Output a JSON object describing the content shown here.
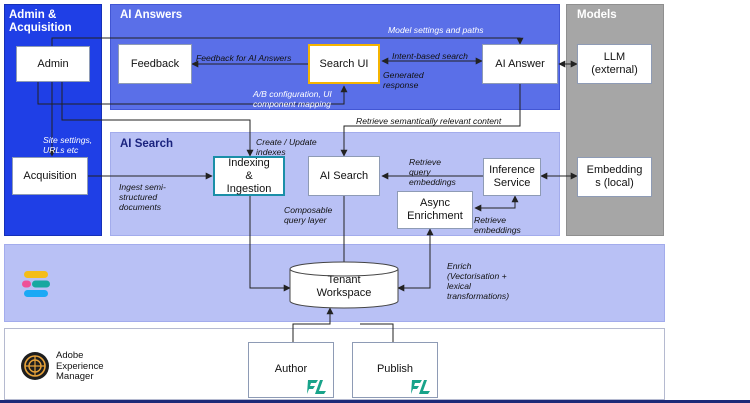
{
  "panels": {
    "admin_acq": {
      "title": "Admin &\nAcquisition",
      "color": "#1f3fe6"
    },
    "ai_answers": {
      "title": "AI Answers",
      "color": "#5a6fe8"
    },
    "models": {
      "title": "Models",
      "color": "#a6a6a6"
    },
    "ai_search": {
      "title": "AI Search",
      "color": "#b9c1f5"
    },
    "aem": {
      "logo_text": "Adobe\nExperience\nManager"
    }
  },
  "boxes": {
    "admin": "Admin",
    "acquisition": "Acquisition",
    "feedback": "Feedback",
    "search_ui": "Search UI",
    "ai_answer": "AI Answer",
    "llm": "LLM\n(external)",
    "indexing": "Indexing\n&\nIngestion",
    "ai_search": "AI Search",
    "inference": "Inference\nService",
    "embeddings": "Embedding\ns (local)",
    "async": "Async\nEnrichment",
    "tenant": "Tenant\nWorkspace",
    "author": "Author",
    "publish": "Publish"
  },
  "labels": {
    "model_settings": "Model settings and paths",
    "feedback_ai": "Feedback for AI Answers",
    "intent_search": "Intent-based search",
    "generated": "Generated\nresponse",
    "ab_config": "A/B configuration, UI\ncomponent mapping",
    "retrieve_semantic": "Retrieve semantically relevant content",
    "site_settings": "Site settings,\nURLs etc",
    "create_update": "Create / Update\nindexes",
    "ingest": "Ingest semi-\nstructured\ndocuments",
    "retrieve_query": "Retrieve\nquery\nembeddings",
    "composable": "Composable\nquery layer",
    "retrieve_emb": "Retrieve\nembeddings",
    "enrich": "Enrich\n(Vectorisation +\nlexical\ntransformations)"
  },
  "colors": {
    "accent_box_border": "#f5b400",
    "indexing_border": "#1b8fa8",
    "bottom_bar": "#1d2a78",
    "arrow": "#222222"
  },
  "icons": {
    "elastic": "elastic-logo-icon",
    "aem": "aem-logo-icon",
    "fl": "fl-logo-icon"
  }
}
